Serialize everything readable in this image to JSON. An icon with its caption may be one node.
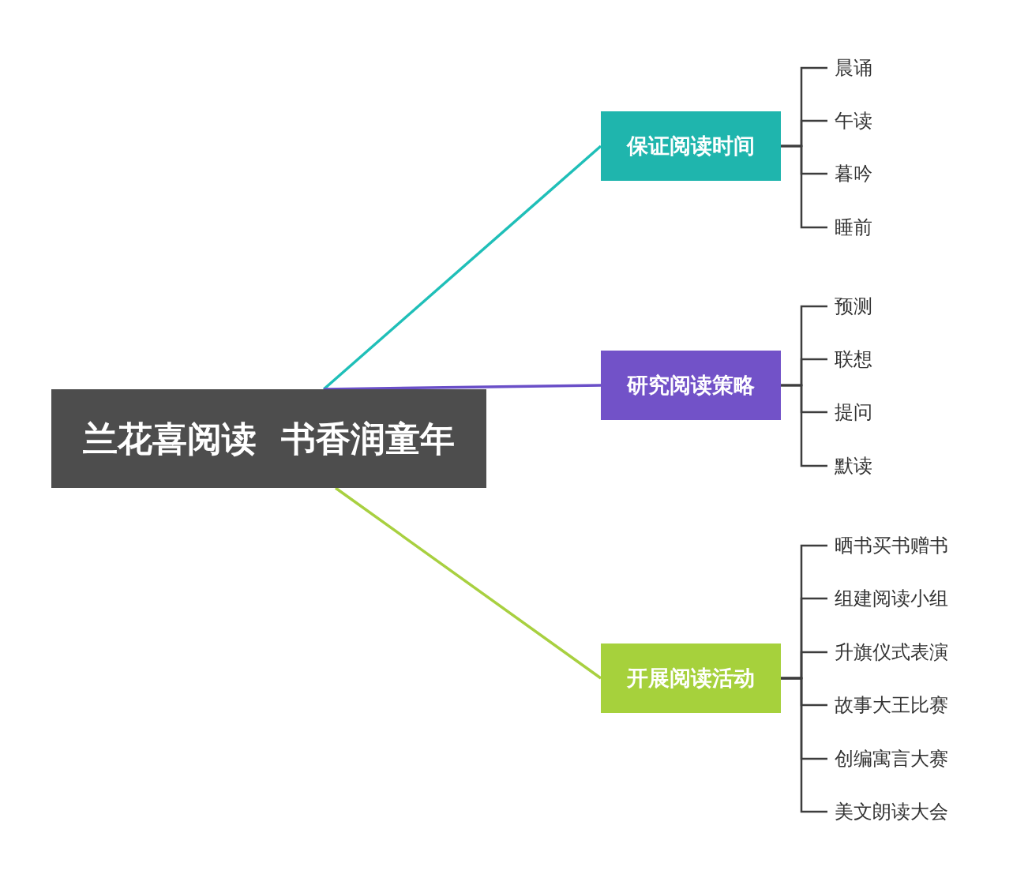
{
  "diagram": {
    "nodes": [
      {
        "text": [
          "兰花喜阅读  书香润童年"
        ]
      },
      {
        "text": [
          "保证阅读时间"
        ]
      },
      {
        "text": [
          "晨诵"
        ]
      },
      {
        "text": [
          "午读"
        ]
      },
      {
        "text": [
          "暮吟"
        ]
      },
      {
        "text": [
          "睡前"
        ]
      },
      {
        "text": [
          "研究阅读策略"
        ]
      },
      {
        "text": [
          "预测"
        ]
      },
      {
        "text": [
          "联想"
        ]
      },
      {
        "text": [
          "提问"
        ]
      },
      {
        "text": [
          "默读"
        ]
      },
      {
        "text": [
          "开展阅读活动"
        ]
      },
      {
        "text": [
          "晒书买书赠书"
        ]
      },
      {
        "text": [
          "组建阅读小组"
        ]
      },
      {
        "text": [
          "升旗仪式表演"
        ]
      },
      {
        "text": [
          "故事大王比赛"
        ]
      },
      {
        "text": [
          "创编寓言大赛"
        ]
      },
      {
        "text": [
          "美文朗读大会"
        ]
      }
    ],
    "edges": [
      {
        "from": 0,
        "to": 1,
        "arrow": "none",
        "color": "#1fbfb8"
      },
      {
        "from": 1,
        "to": 2,
        "arrow": "none"
      },
      {
        "from": 1,
        "to": 3,
        "arrow": "none"
      },
      {
        "from": 1,
        "to": 4,
        "arrow": "none"
      },
      {
        "from": 1,
        "to": 5,
        "arrow": "none"
      },
      {
        "from": 0,
        "to": 6,
        "arrow": "none",
        "color": "#6a4fc8"
      },
      {
        "from": 6,
        "to": 7,
        "arrow": "none"
      },
      {
        "from": 6,
        "to": 8,
        "arrow": "none"
      },
      {
        "from": 6,
        "to": 9,
        "arrow": "none"
      },
      {
        "from": 6,
        "to": 10,
        "arrow": "none"
      },
      {
        "from": 0,
        "to": 11,
        "arrow": "none",
        "color": "#a8d040"
      },
      {
        "from": 11,
        "to": 12,
        "arrow": "none"
      },
      {
        "from": 11,
        "to": 13,
        "arrow": "none"
      },
      {
        "from": 11,
        "to": 14,
        "arrow": "none"
      },
      {
        "from": 11,
        "to": 15,
        "arrow": "none"
      },
      {
        "from": 11,
        "to": 16,
        "arrow": "none"
      },
      {
        "from": 11,
        "to": 17,
        "arrow": "none"
      }
    ]
  }
}
